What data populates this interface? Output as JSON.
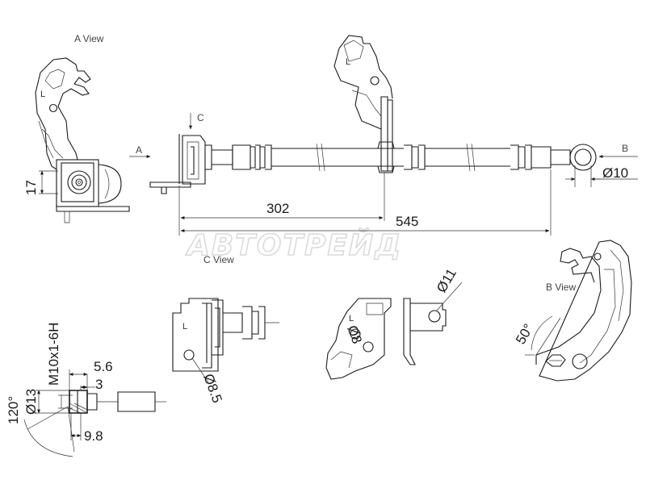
{
  "views": {
    "a_view": "A View",
    "c_view": "C View",
    "b_view": "B View"
  },
  "markers": {
    "a": "A",
    "b": "B",
    "c": "C"
  },
  "part_marks": {
    "l1": "L",
    "l2": "L",
    "l3": "L",
    "l4": "L"
  },
  "dimensions": {
    "d17": "17",
    "d302": "302",
    "d545": "545",
    "d10": "Ø10",
    "d11": "Ø11",
    "d8": "Ø8",
    "d85": "Ø8.5",
    "d13": "Ø13",
    "d56": "5.6",
    "d3": "3",
    "d98": "9.8",
    "thread": "M10x1-6H",
    "angle120": "120°",
    "angle50": "50°"
  },
  "watermark": "АВТОТРЕЙД",
  "colors": {
    "line": "#1a1a1a",
    "background": "#ffffff",
    "watermark_outline": "#d9d9d9"
  }
}
